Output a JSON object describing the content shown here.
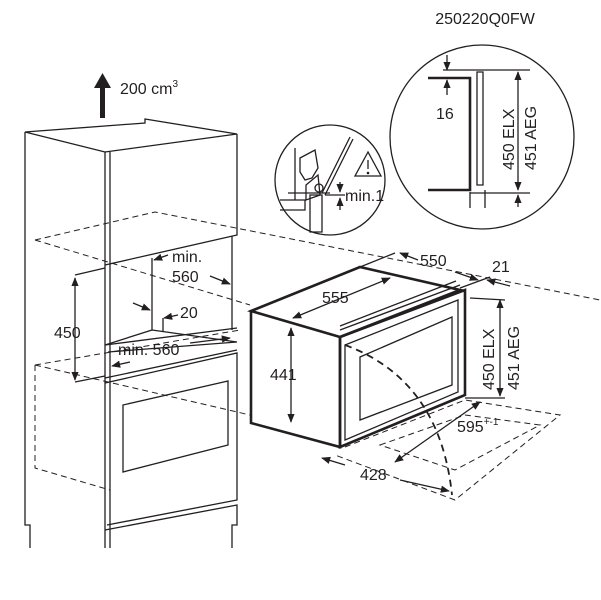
{
  "diagram": {
    "code": "250220Q0FW",
    "ventilation": "200 cm",
    "ventilation_sup": "3",
    "niche": {
      "height": "450",
      "depth_min_line1": "min.",
      "depth_min_line2": "560",
      "gap": "20",
      "width_min": "min. 560"
    },
    "appliance": {
      "depth_outer": "550",
      "depth_body": "555",
      "front": "21",
      "height_body": "441",
      "height_elx": "450 ELX",
      "height_aeg": "451 AEG",
      "width_body": "428",
      "width_front": "595",
      "width_tolerance": "+-1"
    },
    "detail_small": {
      "label": "min.1",
      "warning_icon": "warning-triangle-icon"
    },
    "detail_large": {
      "gap": "16",
      "height_elx": "450 ELX",
      "height_aeg": "451 AEG"
    }
  }
}
